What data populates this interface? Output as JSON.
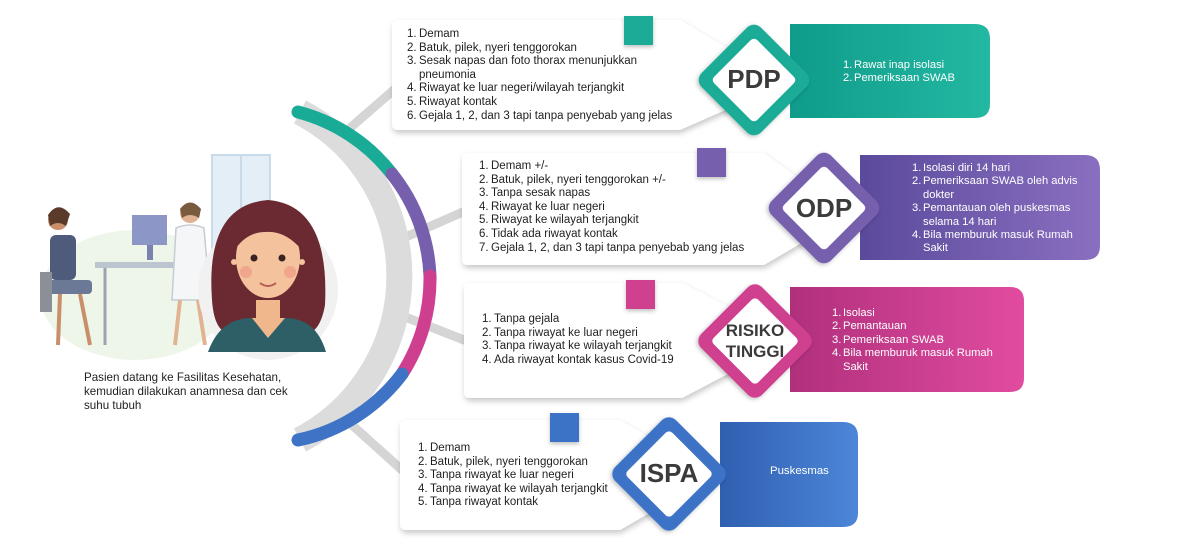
{
  "caption": "Pasien datang ke Fasilitas Kesehatan, kemudian dilakukan anamnesa dan cek suhu tubuh",
  "colors": {
    "pdp": "#1aab97",
    "odp": "#7660ae",
    "risiko": "#cf3f8f",
    "ispa": "#3e73c6",
    "connector": "#d5d5d5"
  },
  "categories": [
    {
      "id": "pdp",
      "label_line1": "PDP",
      "label_line2": "",
      "criteria": [
        "Demam",
        "Batuk, pilek, nyeri tenggorokan",
        "Sesak napas dan foto thorax menunjukkan pneumonia",
        "Riwayat ke luar negeri/wilayah terjangkit",
        "Riwayat kontak",
        "Gejala 1, 2, dan 3 tapi tanpa penyebab yang jelas"
      ],
      "actions": [
        "Rawat inap isolasi",
        "Pemeriksaan SWAB"
      ]
    },
    {
      "id": "odp",
      "label_line1": "ODP",
      "label_line2": "",
      "criteria": [
        "Demam +/-",
        "Batuk, pilek, nyeri tenggorokan +/-",
        "Tanpa sesak napas",
        "Riwayat ke luar negeri",
        "Riwayat ke wilayah terjangkit",
        "Tidak ada riwayat kontak",
        "Gejala 1, 2, dan 3 tapi tanpa penyebab yang jelas"
      ],
      "actions": [
        "Isolasi diri 14 hari",
        "Pemeriksaan SWAB oleh advis dokter",
        "Pemantauan oleh puskesmas selama 14 hari",
        "Bila memburuk masuk Rumah Sakit"
      ]
    },
    {
      "id": "risiko",
      "label_line1": "RISIKO",
      "label_line2": "TINGGI",
      "criteria": [
        "Tanpa gejala",
        "Tanpa riwayat ke luar negeri",
        "Tanpa riwayat ke wilayah terjangkit",
        "Ada riwayat kontak kasus Covid-19"
      ],
      "actions": [
        "Isolasi",
        "Pemantauan",
        "Pemeriksaan SWAB",
        "Bila memburuk masuk Rumah Sakit"
      ]
    },
    {
      "id": "ispa",
      "label_line1": "ISPA",
      "label_line2": "",
      "criteria": [
        "Demam",
        "Batuk, pilek, nyeri tenggorokan",
        "Tanpa riwayat ke luar negeri",
        "Tanpa riwayat ke wilayah terjangkit",
        "Tanpa riwayat kontak"
      ],
      "actions_single": "Puskesmas"
    }
  ]
}
